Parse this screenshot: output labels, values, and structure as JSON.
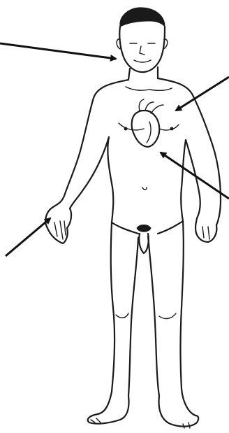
{
  "figure": {
    "subject": "standing-man-outline",
    "organ": "heart",
    "ink_color": "#1a1a1a",
    "background": "#ffffff"
  },
  "arrows": [
    {
      "name": "arrow-to-neck",
      "points_to": "neck"
    },
    {
      "name": "arrow-to-chest",
      "points_to": "left-chest"
    },
    {
      "name": "arrow-to-heart-apex",
      "points_to": "heart-apex"
    },
    {
      "name": "arrow-to-wrist",
      "points_to": "right-wrist"
    }
  ]
}
